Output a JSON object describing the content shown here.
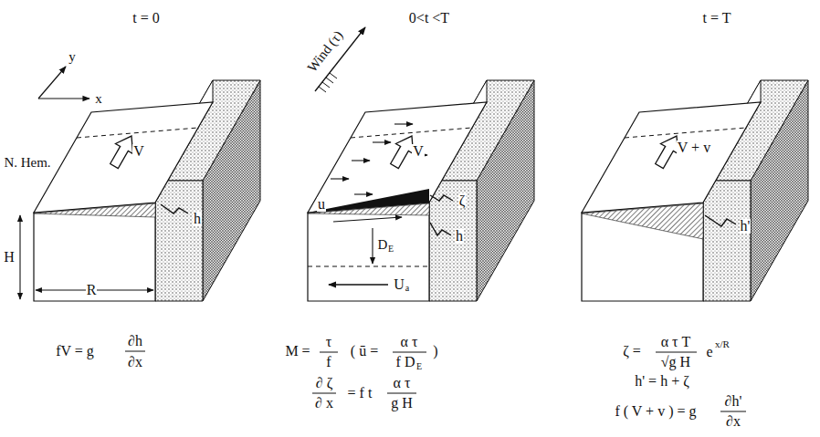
{
  "diagram": {
    "labels": [
      "t = 0",
      "0<t <T",
      "t = T",
      "y",
      "x",
      "N. Hem.",
      "V",
      "h",
      "H",
      "R",
      "fV = g",
      "∂h",
      "∂x",
      "Wind (τ)",
      "V",
      "u",
      "ζ",
      "h",
      "D",
      "E",
      "U",
      "a",
      "M =",
      "τ",
      "f",
      "( ū =",
      "α τ",
      "f D",
      "E",
      ")",
      "∂ ζ",
      "∂ x",
      "= f t",
      "α τ",
      "g H",
      "V + v",
      "h'",
      "ζ =",
      "α τ T",
      "√g H",
      "e",
      "x/R",
      "h' = h + ζ",
      "f ( V + v ) = g",
      "∂h'",
      "∂x"
    ]
  }
}
